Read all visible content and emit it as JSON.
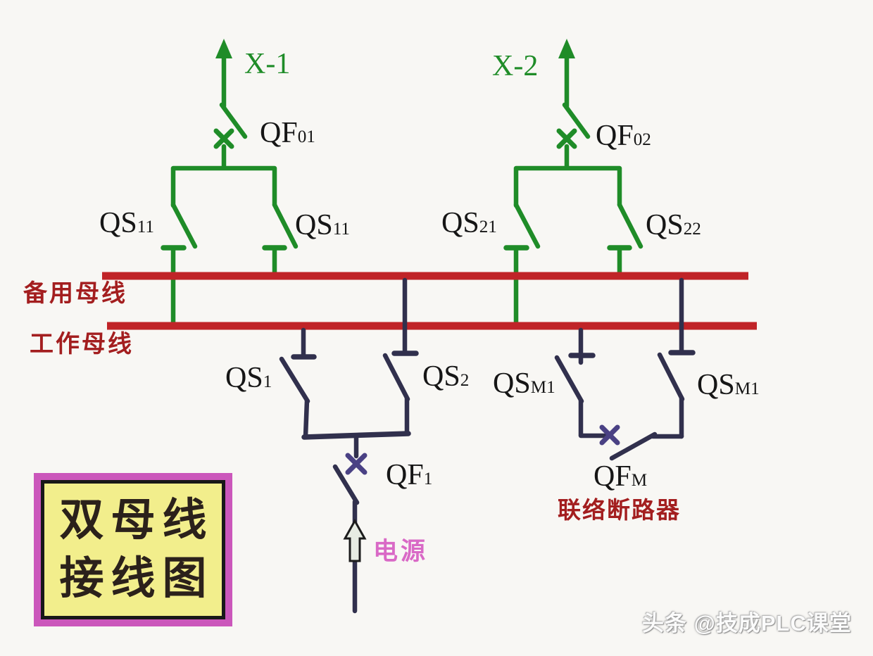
{
  "colors": {
    "background": "#f8f7f4",
    "green": "#1f8c28",
    "busbar_red": "#c02428",
    "bus_label_red": "#a31e1f",
    "navy": "#31304d",
    "navy_cross": "#4a4184",
    "power_pink": "#d969c6",
    "power_arrow_fill": "#e7ece3",
    "title_bg": "#f2ee8c",
    "title_border_pink": "#cb57bb",
    "title_text": "#2b211b"
  },
  "icons": {
    "feeder_arrow": "solid-up-arrow",
    "power_arrow": "hollow-up-arrow",
    "breaker_mark": "x-cross",
    "terminal_mark": "t-bar"
  },
  "diagram": {
    "feeders": [
      {
        "label": "X-1",
        "breaker": {
          "main": "QF",
          "sub": "01"
        },
        "switch_left": {
          "main": "QS",
          "sub": "11"
        },
        "switch_right": {
          "main": "QS",
          "sub": "11"
        }
      },
      {
        "label": "X-2",
        "breaker": {
          "main": "QF",
          "sub": "02"
        },
        "switch_left": {
          "main": "QS",
          "sub": "21"
        },
        "switch_right": {
          "main": "QS",
          "sub": "22"
        }
      }
    ],
    "busbars": [
      {
        "label": "备用母线"
      },
      {
        "label": "工作母线"
      }
    ],
    "source_branch": {
      "switch_to_working_bus": {
        "main": "QS",
        "sub": "1"
      },
      "switch_to_standby_bus": {
        "main": "QS",
        "sub": "2"
      },
      "breaker": {
        "main": "QF",
        "sub": "1"
      },
      "power_label": "电源"
    },
    "tie_branch": {
      "switch_left": {
        "main": "QS",
        "sub": "M1"
      },
      "switch_right": {
        "main": "QS",
        "sub": "M1"
      },
      "breaker": {
        "main": "QF",
        "sub": "M"
      },
      "caption": "联络断路器"
    },
    "title_box": {
      "line1": "双母线",
      "line2": "接线图"
    },
    "watermark": "头条 @技成PLC课堂"
  }
}
